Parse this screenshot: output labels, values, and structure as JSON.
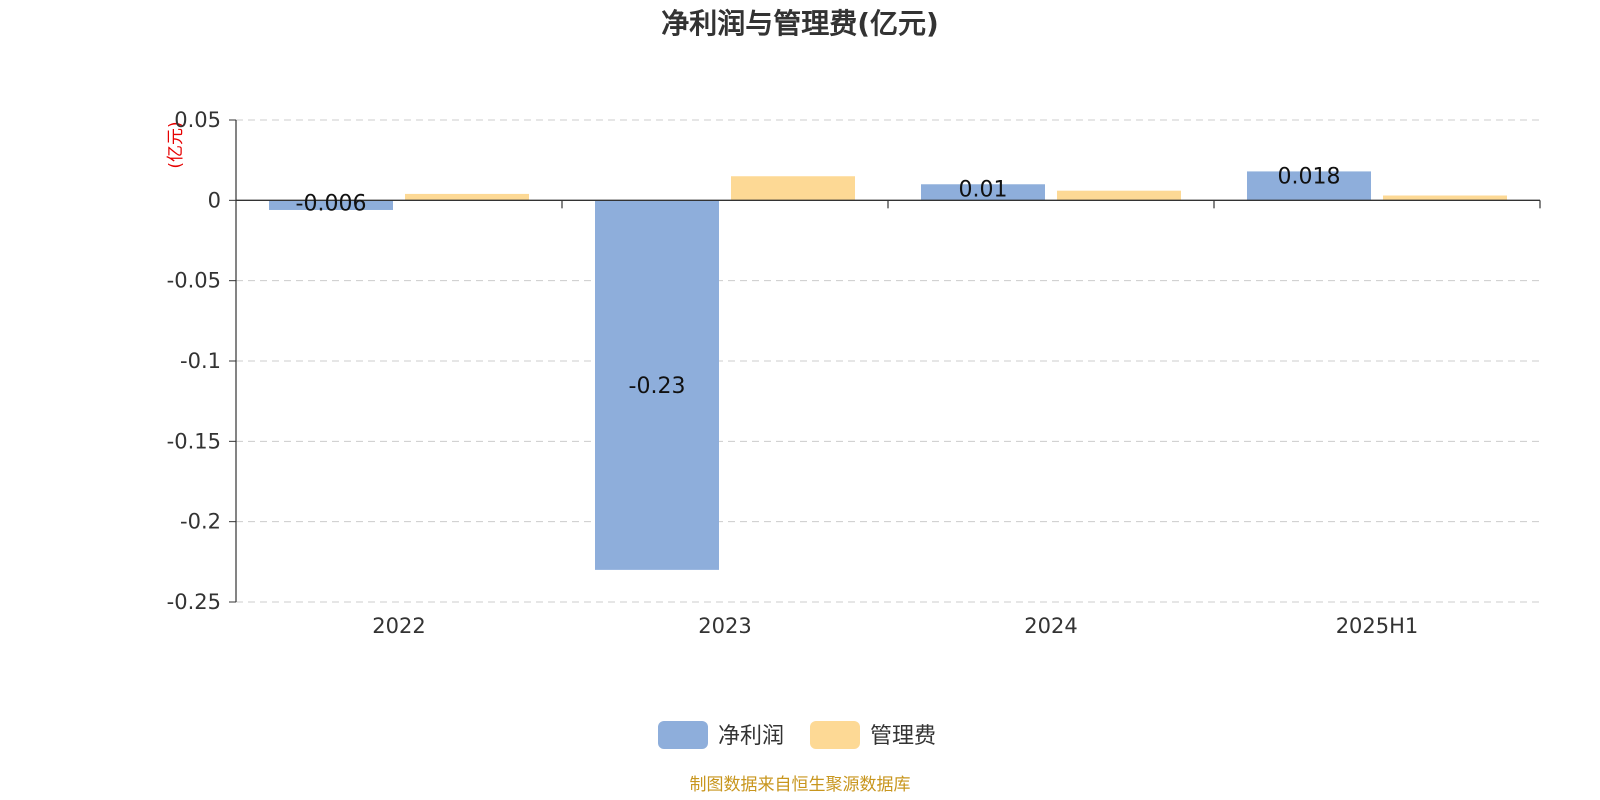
{
  "chart_data": {
    "type": "bar",
    "title": "净利润与管理费(亿元)",
    "ylabel": "(亿元)",
    "categories": [
      "2022",
      "2023",
      "2024",
      "2025H1"
    ],
    "series": [
      {
        "name": "净利润",
        "values": [
          -0.006,
          -0.23,
          0.01,
          0.018
        ],
        "labels": [
          "-0.006",
          "-0.23",
          "0.01",
          "0.018"
        ],
        "color": "#8eaedb"
      },
      {
        "name": "管理费",
        "values": [
          0.004,
          0.015,
          0.006,
          0.003
        ],
        "color": "#fdd995"
      }
    ],
    "ylim": [
      -0.25,
      0.05
    ],
    "yticks": [
      0.05,
      0,
      -0.05,
      -0.1,
      -0.15,
      -0.2,
      -0.25
    ],
    "ytick_labels": [
      "0.05",
      "0",
      "-0.05",
      "-0.1",
      "-0.15",
      "-0.2",
      "-0.25"
    ],
    "grid": true,
    "legend": "bottom-center",
    "source": "制图数据来自恒生聚源数据库"
  }
}
